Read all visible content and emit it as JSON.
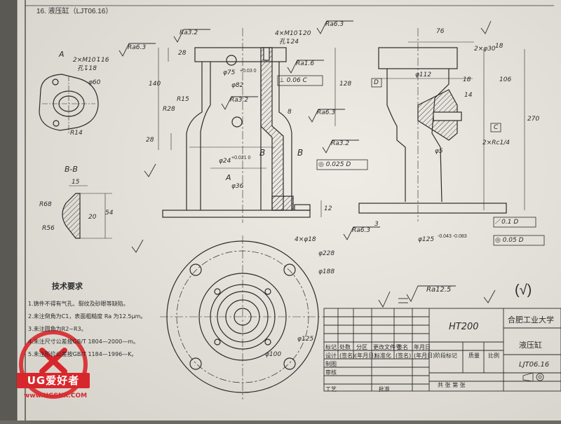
{
  "drawing": {
    "title_bar": "16. 液压缸（LJT06.16）",
    "view_a_label": "A",
    "section_label": "B-B",
    "section_marker": "B",
    "arrow_a": "A"
  },
  "annotations": {
    "ra32_a": "Ra3.2",
    "ra63_a": "Ra6.3",
    "ra63_b": "Ra6.3",
    "ra16": "Ra1.6",
    "ra32_b": "Ra3.2",
    "ra63_c": "Ra6.3",
    "ra32_c": "Ra3.2",
    "ra63_d": "Ra6.3",
    "ra125": "Ra12.5",
    "thread_top": "4×M10↧20",
    "thread_top_hole": "孔↧24",
    "thread_side": "2×M10↧16",
    "thread_side_hole": "孔↧18",
    "d60": "φ60",
    "r14": "R14",
    "d75": "φ75",
    "d75_tol": "+0.03 0",
    "d82": "φ82",
    "perp": "⊥ 0.06 C",
    "d24": "φ24",
    "d24_tol": "+0.021 0",
    "d36": "φ36",
    "coax_b": "◎ 0.025 D",
    "r15": "R15",
    "r28": "R28",
    "d112": "φ112",
    "d5": "φ5",
    "rc14": "2×Rc1/4",
    "d125": "φ125",
    "d125_tol": "-0.043 -0.083",
    "flat01": "⟋ 0.1 D",
    "coax005": "◎ 0.05 D",
    "d228": "φ228",
    "d188": "φ188",
    "holes": "4×φ18",
    "d100": "φ100",
    "d125_bottom": "φ125",
    "r68": "R68",
    "r56": "R56",
    "datum_d": "D",
    "datum_c": "C",
    "dims": {
      "140": "140",
      "128": "128",
      "28a": "28",
      "28b": "28",
      "8": "8",
      "12": "12",
      "76": "76",
      "18a": "18",
      "18b": "18",
      "14": "14",
      "106": "106",
      "270": "270",
      "3": "3",
      "15": "15",
      "20": "20",
      "54": "54",
      "2xd30": "2×φ30"
    }
  },
  "tech_notes": {
    "heading": "技术要求",
    "items": [
      "1.铸件不得有气孔、裂纹及砂眼等缺陷。",
      "2.未注倒角为C1，表面粗糙度 Ra 为12.5μm。",
      "3.未注圆角为R2~R3。",
      "4.未注尺寸公差按GB/T 1804—2000—m。",
      "5.未注形位公差按GB/T 1184—1996—K。"
    ]
  },
  "title_block": {
    "material": "HT200",
    "university": "合肥工业大学",
    "part_name": "液压缸",
    "drawing_no": "LJT06.16",
    "row_labels": [
      "标记",
      "处数",
      "分区",
      "更改文件号",
      "签名",
      "年月日"
    ],
    "row_labels2": [
      "(签名)",
      "(年月日)",
      "标准化",
      "(签名)",
      "(年月日)"
    ],
    "design": "设计",
    "review": "审核",
    "craft": "工艺",
    "draw": "制图",
    "approve": "批准",
    "stage": "阶段标记",
    "mass": "质量",
    "scale": "比例",
    "sheets": "共   张   第   张"
  },
  "finish_symbol": "(√)",
  "watermark": {
    "brand": "UG爱好者",
    "url": "www.UGSNX.COM"
  },
  "colors": {
    "paper": "#e9e6df",
    "line": "#2b2b2b",
    "hatch": "#3a3a3a",
    "logo": "#d8272c"
  }
}
